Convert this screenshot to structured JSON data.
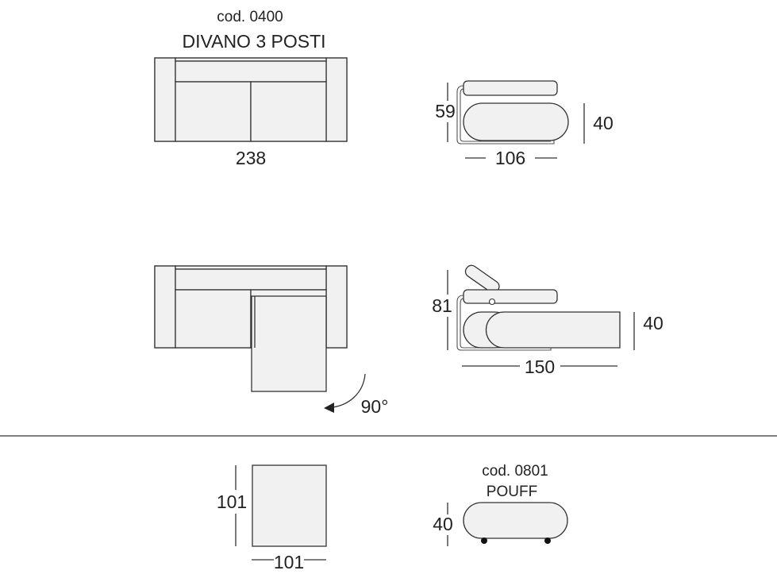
{
  "sofa": {
    "code": "cod. 0400",
    "name": "DIVANO 3 POSTI",
    "width": "238",
    "depth": "106",
    "height": "59",
    "seat_height": "40"
  },
  "sofa_bed": {
    "height": "81",
    "seat_height": "40",
    "length": "150",
    "rotation": "90°"
  },
  "pouf": {
    "code": "cod. 0801",
    "name": "POUFF",
    "top_depth": "101",
    "top_width": "101",
    "height": "40"
  }
}
